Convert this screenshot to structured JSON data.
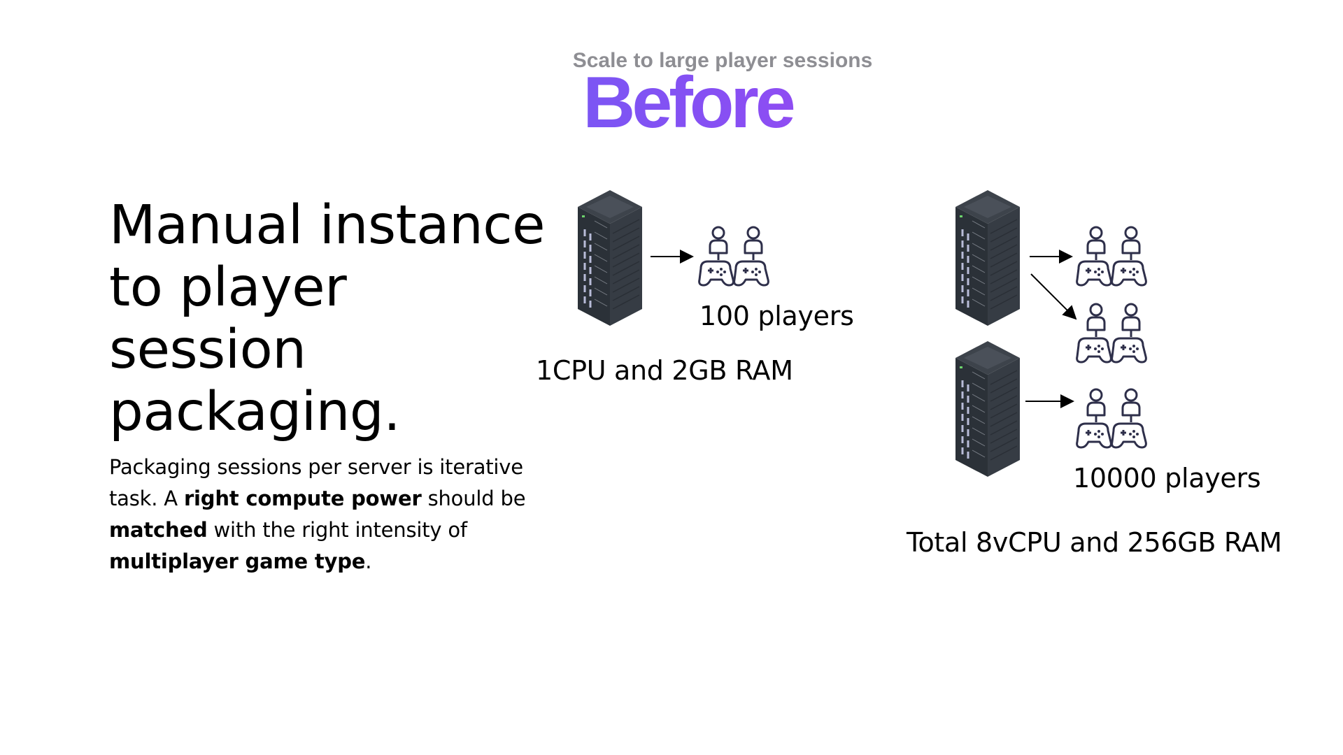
{
  "header": {
    "subtitle": "Scale to large player sessions",
    "title": "Before"
  },
  "left": {
    "headline": "Manual instance to player session packaging.",
    "description": {
      "t1": "Packaging sessions per server is iterative task. A ",
      "b1": "right compute power",
      "t2": " should be ",
      "b2": "matched",
      "t3": " with the right intensity of ",
      "b3": "multiplayer game type",
      "t4": "."
    }
  },
  "diagram_small": {
    "players_label": "100 players",
    "spec_label": "1CPU and 2GB RAM"
  },
  "diagram_large": {
    "players_label": "10000 players",
    "spec_label": "Total 8vCPU and 256GB RAM"
  },
  "icons": [
    "server-rack-icon",
    "arrow-icon",
    "players-with-controllers-icon"
  ],
  "colors": {
    "title_gradient": [
      "#4b6ef5",
      "#8a4ef3",
      "#d83bea"
    ],
    "subtitle": "#8e8e93",
    "server_dark": "#2b3138",
    "server_light": "#b8bcd8",
    "player_icon": "#2e2f4a"
  }
}
